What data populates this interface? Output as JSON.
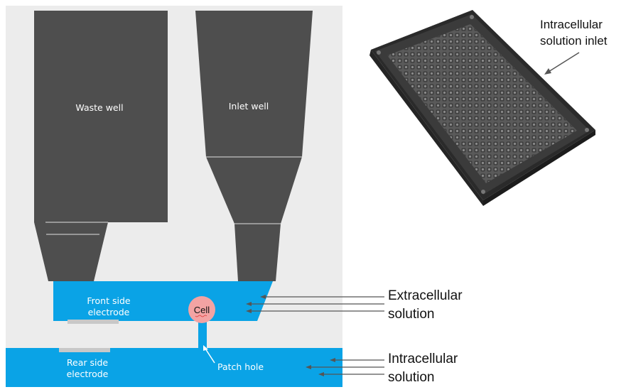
{
  "diagram": {
    "wells": {
      "waste": "Waste well",
      "inlet": "Inlet well"
    },
    "chip": {
      "front_electrode": [
        "Front side",
        "electrode"
      ],
      "rear_electrode": [
        "Rear side",
        "electrode"
      ],
      "cell": "Cell",
      "patch_hole": "Patch hole"
    },
    "callouts": {
      "extracellular": [
        "Extracellular",
        "solution"
      ],
      "intracellular": [
        "Intracellular",
        "solution"
      ]
    },
    "plate_label": [
      "Intracellular",
      "solution inlet"
    ]
  },
  "colors": {
    "well": "#4e4e4e",
    "solution": "#0aa3e6",
    "background_panel": "#ececec",
    "electrode": "#c8c8c8",
    "cell": "#f3a3a3"
  }
}
